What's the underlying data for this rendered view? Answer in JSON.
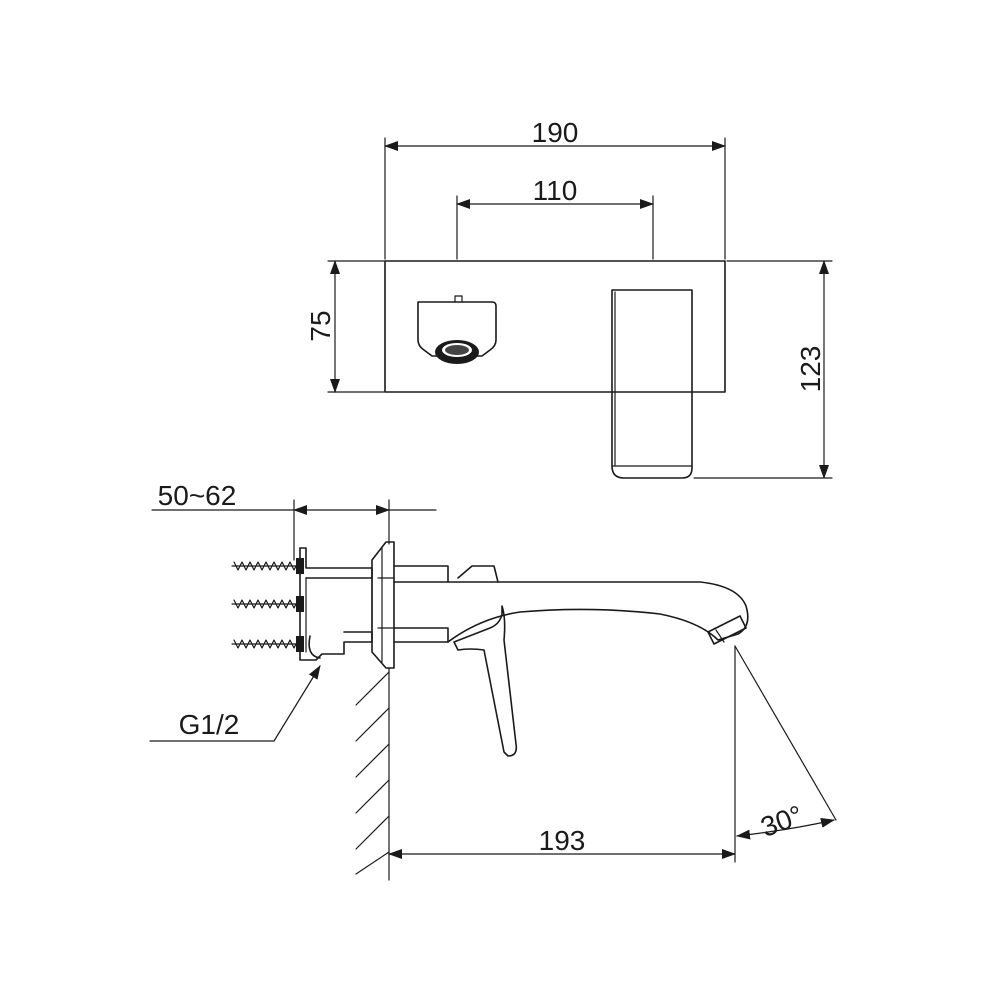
{
  "dimensions": {
    "top_width": "190",
    "inner_width": "110",
    "plate_height": "75",
    "total_height": "123",
    "wall_range": "50~62",
    "thread": "G1/2",
    "spout_length": "193",
    "angle": "30°"
  }
}
